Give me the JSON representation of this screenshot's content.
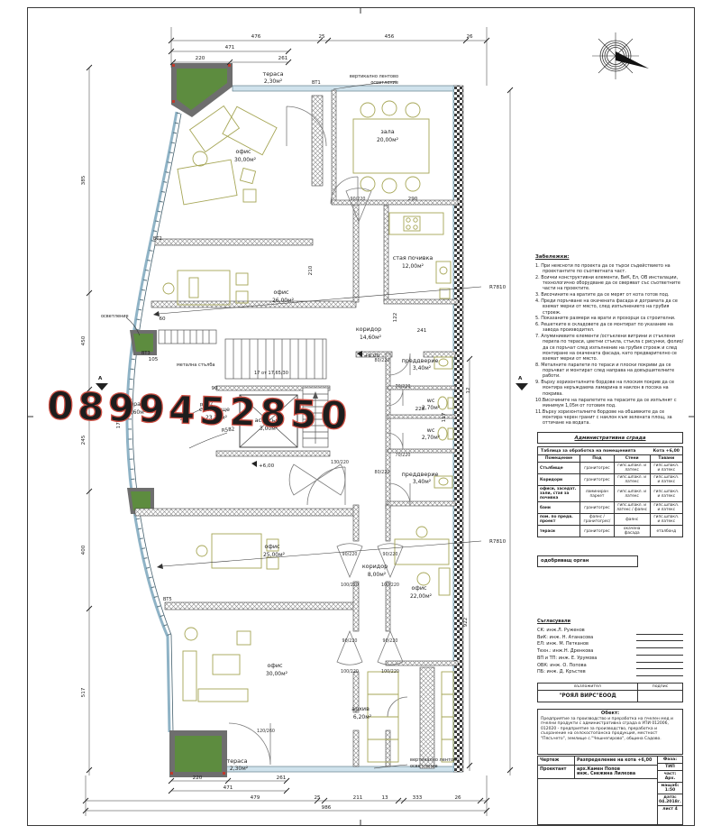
{
  "watermark": {
    "phone": "0899452850",
    "color": "#cf4f43"
  },
  "plan": {
    "rooms": [
      {
        "name": "тераса",
        "area": "2,30м²"
      },
      {
        "name": "офис",
        "area": "30,00м²"
      },
      {
        "name": "зала",
        "area": "20,00м²"
      },
      {
        "name": "стая почивка",
        "area": "12,00м²"
      },
      {
        "name": "офис",
        "area": "26,00м²"
      },
      {
        "name": "коридор",
        "area": "14,60м²"
      },
      {
        "name": "преддверие",
        "area": "3,40м²"
      },
      {
        "name": "wc",
        "area": "2,70м²"
      },
      {
        "name": "wc",
        "area": "2,70м²"
      },
      {
        "name": "преддверие",
        "area": "3,40м²"
      },
      {
        "name": "стълбище",
        "area": "23,70м²"
      },
      {
        "name": "тераса",
        "area": "9,60м²"
      },
      {
        "name": "асансьор",
        "area": "3,00м²"
      },
      {
        "name": "офис",
        "area": "25,00м²"
      },
      {
        "name": "коридор",
        "area": "8,00м²"
      },
      {
        "name": "офис",
        "area": "22,00м²"
      },
      {
        "name": "офис",
        "area": "30,00м²"
      },
      {
        "name": "архив",
        "area": "6,20м²"
      },
      {
        "name": "тераса",
        "area": "2,30м²"
      }
    ],
    "annotations": {
      "level_mark": "+6,00",
      "stair_note": "17 от 17,65/30",
      "metal_stair": "метална стълба",
      "strip_light_1": "вертикално лентово",
      "strip_light_2": "осветление",
      "light": "осветление",
      "r1": "R7810",
      "r2": "R7810",
      "r3": "R562",
      "r4": "R582",
      "bt1": "ВТ1",
      "bt2": "ВТ2",
      "bt3": "ВТ3",
      "bt5": "ВТ5",
      "section": "А"
    },
    "door_labels": [
      "90/220",
      "80/220",
      "70/220",
      "70/220",
      "80/220",
      "130/220",
      "90/220",
      "100/220",
      "90/220",
      "100/220",
      "90/220",
      "100/220",
      "90/220",
      "100/220",
      "120/260"
    ],
    "dims": [
      "476",
      "25",
      "456",
      "26",
      "220",
      "261",
      "471",
      "220",
      "261",
      "471",
      "479",
      "25",
      "211",
      "13",
      "333",
      "26",
      "986",
      "385",
      "450",
      "245",
      "400",
      "517",
      "170",
      "922",
      "210",
      "241",
      "228",
      "117",
      "122",
      "290",
      "90",
      "105",
      "60",
      "12"
    ]
  },
  "notes": {
    "title": "Забележки:",
    "items": [
      "1. При неясноти по проекта да се търси съдействието на проектантите по съответната част.",
      "2. Всички конструктивни елементи, ВиК, Ел, ОВ инсталации, технологично оборудване да се сверяват със съответните части на проектите.",
      "3. Височините на вратите да се мерят от кота готов под.",
      "4. Преди поръчване на окачената фасада и дограмата да се вземат мерки от място, след изпълнението на грубия строеж.",
      "5. Показаните размери на врати и прозорци са строителни.",
      "6. Решетките в складовете да се монтират по указание на завода производител.",
      "7. Алуминиевите елементи /остъклени витрини и стъклени перила по тераси, цветни стъкла, стъкла с рисунки, фолио/ да се поръчат след изпълнение на грубия строеж и след монтиране на окачената фасада, като предварително се вземат мерки от място.",
      "8. Металните парапети по тераси и плоски покриви да се поръчват и монтират след направа на довършителните работи.",
      "9. Върху хоризонталните бордове на плоския покрив да се монтира неръждаема ламарина в наклон в посока на покрива.",
      "10.Височините на парапетите на терасите да се изпълнят с минимум 1,05м от готовия под.",
      "11.Върху хоризонталните бордове на обшивките да се монтира черен гранит с наклон към зелената площ, за оттичане на водата."
    ]
  },
  "admin_header": "Административна сграда",
  "finish_table": {
    "caption": "Таблица за обработка на помещенията",
    "kota": "Кота +6,00",
    "headers": [
      "Помещение",
      "Под",
      "Стени",
      "Тавани"
    ],
    "rows": [
      [
        "Стълбище",
        "гранитогрес",
        "гипс.шпакл. и латекс",
        "гипс.шпакл. и латекс"
      ],
      [
        "Коридори",
        "гранитогрес",
        "гипс.шпакл. и латекс",
        "гипс.шпакл. и латекс"
      ],
      [
        "офиси, заседат. зали, стая за почивка",
        "ламиниран паркет",
        "гипс.шпакл. и латекс",
        "гипс.шпакл. и латекс"
      ],
      [
        "бани",
        "гранитогрес",
        "гипс.шпакл. и латекс / фаянс",
        "гипс.шпакл. и латекс"
      ],
      [
        "пом. по предв. проект",
        "фаянс /гранитогрес/",
        "фаянс",
        "гипс.шпакл. и латекс"
      ],
      [
        "тераси",
        "гранитогрес",
        "окачена фасада",
        "еталбонд"
      ]
    ]
  },
  "approve": "одобряващ орган",
  "agree": {
    "title": "Съгласували",
    "lines": [
      "СК: инж.Л. Руженов",
      "ВиК: инж. Н. Атанасова",
      "ЕЛ: инж. М. Петканов",
      "Техн.: инж.Н. Дренкова",
      "ВП и ТП: инж. Е. Урумова",
      "ОВК: инж. О. Попова",
      "ПБ: инж. Д. Кръстев"
    ]
  },
  "client": {
    "header_left": "възложител",
    "header_right": "подпис",
    "name": "\"РОЯЛ ВИРС\"ЕООД"
  },
  "object": {
    "label": "Обект:",
    "text": "Предприятие за производство и преработка на пчелен мед и пчелни продукти с административна сграда в УПИ 012006, 012020 - предприятие за производство, преработка и съхранение на селскостопанска продукция, местност \"Пясъчето\", землище с.\"Чешнегирово\", община Садово."
  },
  "titleblock": {
    "drawing_label": "Чертеж",
    "drawing": "Разпределение на кота +6,00",
    "designer_label": "Проектант",
    "designer1": "арх.Камен Попов",
    "designer2": "инж. Снежина Лилкова",
    "phase_label": "Фаза:",
    "phase": "ТИП",
    "part_label": "част:",
    "part": "Арх.",
    "scale_label": "мащаб:",
    "scale": "1:50",
    "date_label": "дата:",
    "date": "04.2018г.",
    "sheet": "лист 4"
  }
}
